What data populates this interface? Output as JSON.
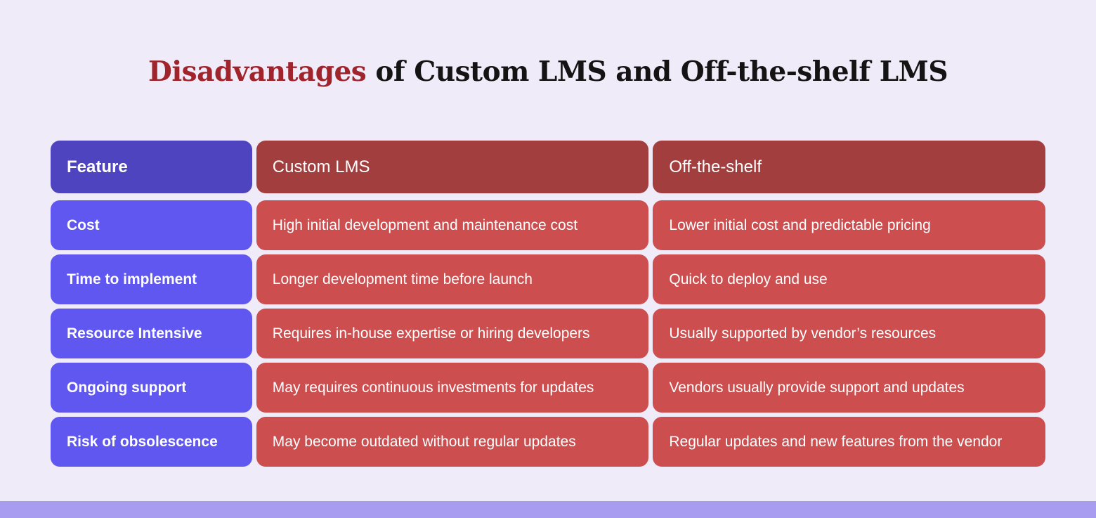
{
  "title": {
    "accent": "Disadvantages",
    "rest": " of Custom LMS and Off-the-shelf LMS"
  },
  "colors": {
    "background": "#efebf8",
    "title_accent": "#a0242c",
    "feature_header": "#4e44c0",
    "feature_cell": "#5f57ef",
    "option_header": "#a33e3f",
    "option_cell": "#cc4e4f",
    "footer_band": "#a89cf0"
  },
  "table": {
    "headers": {
      "feature": "Feature",
      "custom": "Custom LMS",
      "offshelf": "Off-the-shelf"
    },
    "rows": [
      {
        "feature": "Cost",
        "custom": "High initial development and maintenance cost",
        "offshelf": "Lower initial cost and predictable pricing"
      },
      {
        "feature": "Time to implement",
        "custom": "Longer development time before launch",
        "offshelf": "Quick to deploy and use"
      },
      {
        "feature": "Resource Intensive",
        "custom": "Requires in-house expertise or hiring developers",
        "offshelf": "Usually supported by vendor’s resources"
      },
      {
        "feature": "Ongoing support",
        "custom": "May requires continuous investments for updates",
        "offshelf": "Vendors usually provide support and updates"
      },
      {
        "feature": "Risk of obsolescence",
        "custom": "May become outdated without regular updates",
        "offshelf": "Regular updates and new features from the vendor"
      }
    ]
  }
}
